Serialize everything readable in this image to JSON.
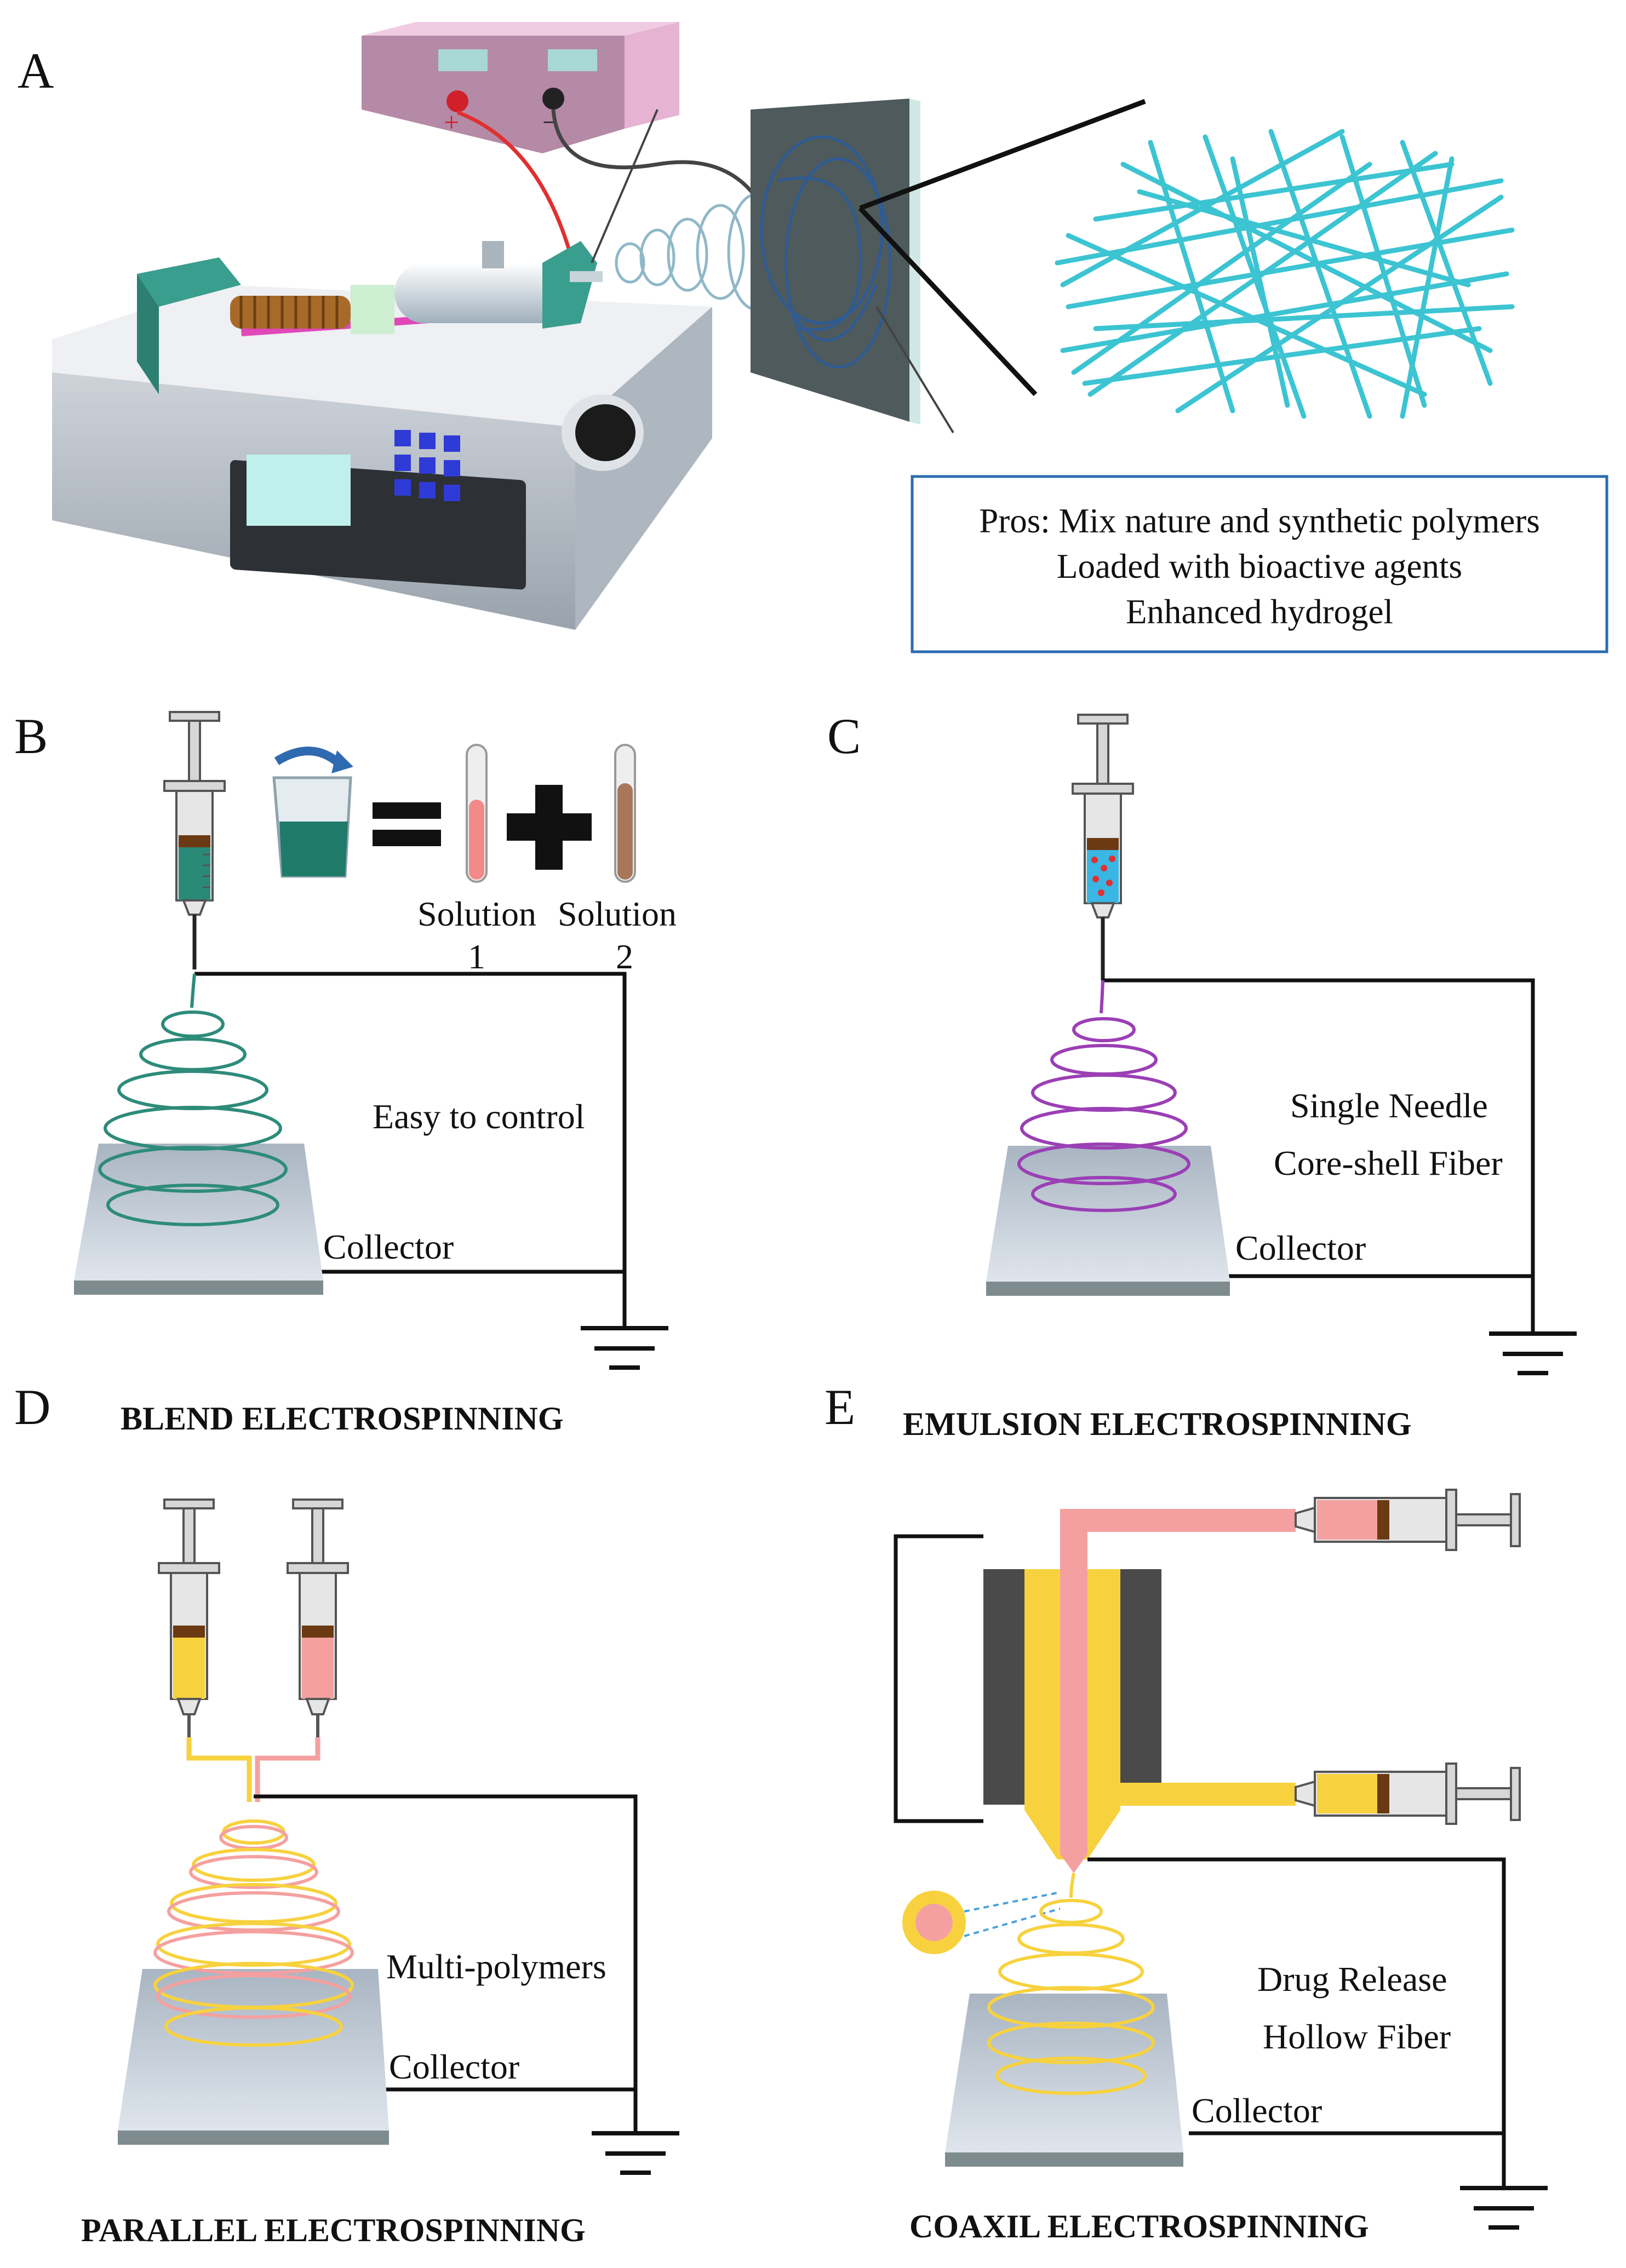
{
  "panels": {
    "a": {
      "letter": "A",
      "pros_box": {
        "line1": "Pros: Mix nature and synthetic polymers",
        "line2": "Loaded with bioactive  agents",
        "line3": "Enhanced hydrogel"
      },
      "power_plus": "+",
      "power_minus": "−"
    },
    "b": {
      "letter": "B",
      "solution1_word": "Solution",
      "solution1_num": "1",
      "solution2_word": "Solution",
      "solution2_num": "2",
      "feature": "Easy to control",
      "collector": "Collector",
      "title": "BLEND ELECTROSPINNING"
    },
    "c": {
      "letter": "C",
      "feature1": "Single Needle",
      "feature2": "Core-shell Fiber",
      "collector": "Collector",
      "title": "EMULSION ELECTROSPINNING"
    },
    "d": {
      "letter": "D",
      "feature": "Multi-polymers",
      "collector": "Collector",
      "title": "PARALLEL ELECTROSPINNING"
    },
    "e": {
      "letter": "E",
      "feature1": "Drug Release",
      "feature2": "Hollow Fiber",
      "collector": "Collector",
      "title": "COAXIL ELECTROSPINNING"
    }
  },
  "colors": {
    "blend_fiber": "#2e8b7a",
    "emulsion_fiber": "#9b3fb5",
    "yellow_polymer": "#f7d23e",
    "pink_polymer": "#f5a0a0",
    "nanofiber_mat": "#3cc4d2",
    "pros_box_border": "#2b6cb0",
    "power_supply": "#e8b8d6"
  }
}
